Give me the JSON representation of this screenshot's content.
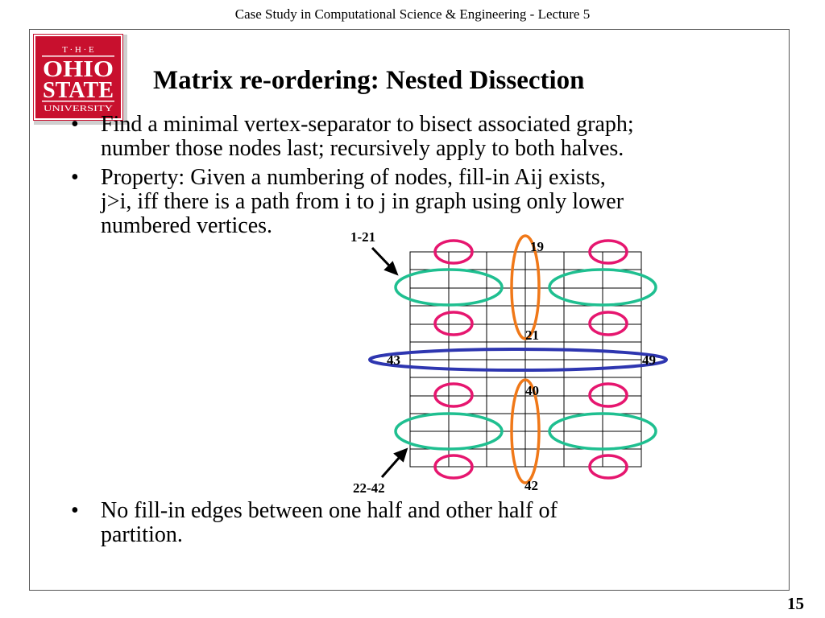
{
  "header": "Case Study in Computational Science & Engineering - Lecture 5",
  "logo": {
    "line1": "T · H · E",
    "line2": "OHIO",
    "line3": "STATE",
    "line4": "UNIVERSITY"
  },
  "title": "Matrix re-ordering: Nested Dissection",
  "bullets": [
    "Find a minimal vertex-separator to bisect associated graph;\nnumber those nodes last; recursively apply to both halves.",
    "Property: Given a numbering of nodes, fill-in Aij exists,\nj>i, iff there is a path from i to j in graph using only lower\nnumbered vertices.",
    "No fill-in edges between one half and other half of\npartition."
  ],
  "bullet_symbol": "•",
  "diagram_labels": {
    "top_left": "1-21",
    "bottom_left": "22-42",
    "top_sep_start": "19",
    "top_sep_end": "21",
    "bottom_sep_start": "40",
    "bottom_sep_end": "42",
    "middle_sep_start": "43",
    "middle_sep_end": "49"
  },
  "colors": {
    "logo_red": "#c8102e",
    "pink_ellipse": "#e6166f",
    "teal_ellipse": "#1fbf90",
    "orange_ellipse": "#f07818",
    "blue_ellipse": "#2e36b0"
  },
  "page_number": "15"
}
